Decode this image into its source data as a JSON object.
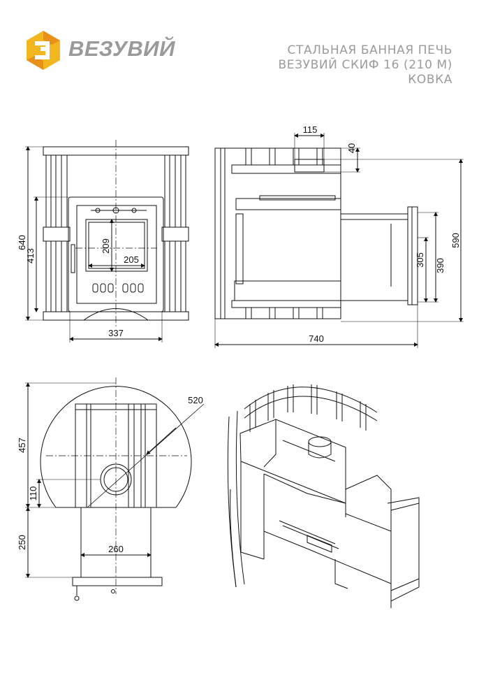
{
  "brand": {
    "name": "ВЕЗУВИЙ",
    "logo_icon": "vesuvius-hexagon-logo",
    "colors": {
      "logo_yellow": "#f2b71e",
      "logo_orange": "#e8901a",
      "text_gray": "#9a9a9a"
    }
  },
  "title": {
    "line1": "СТАЛЬНАЯ БАННАЯ ПЕЧЬ",
    "line2": "ВЕЗУВИЙ СКИФ 16 (210 М)",
    "line3": "КОВКА"
  },
  "dimensions": {
    "front": {
      "height_total": "640",
      "height_door": "413",
      "glass_height": "209",
      "glass_width": "205",
      "width": "337"
    },
    "side": {
      "flue_offset": "115",
      "flue_height": "40",
      "height_right": "590",
      "height_390": "390",
      "height_305": "305",
      "length": "740"
    },
    "top": {
      "radius": "520",
      "depth": "457",
      "offset": "110",
      "tunnel_length": "250",
      "tunnel_width": "260"
    }
  }
}
